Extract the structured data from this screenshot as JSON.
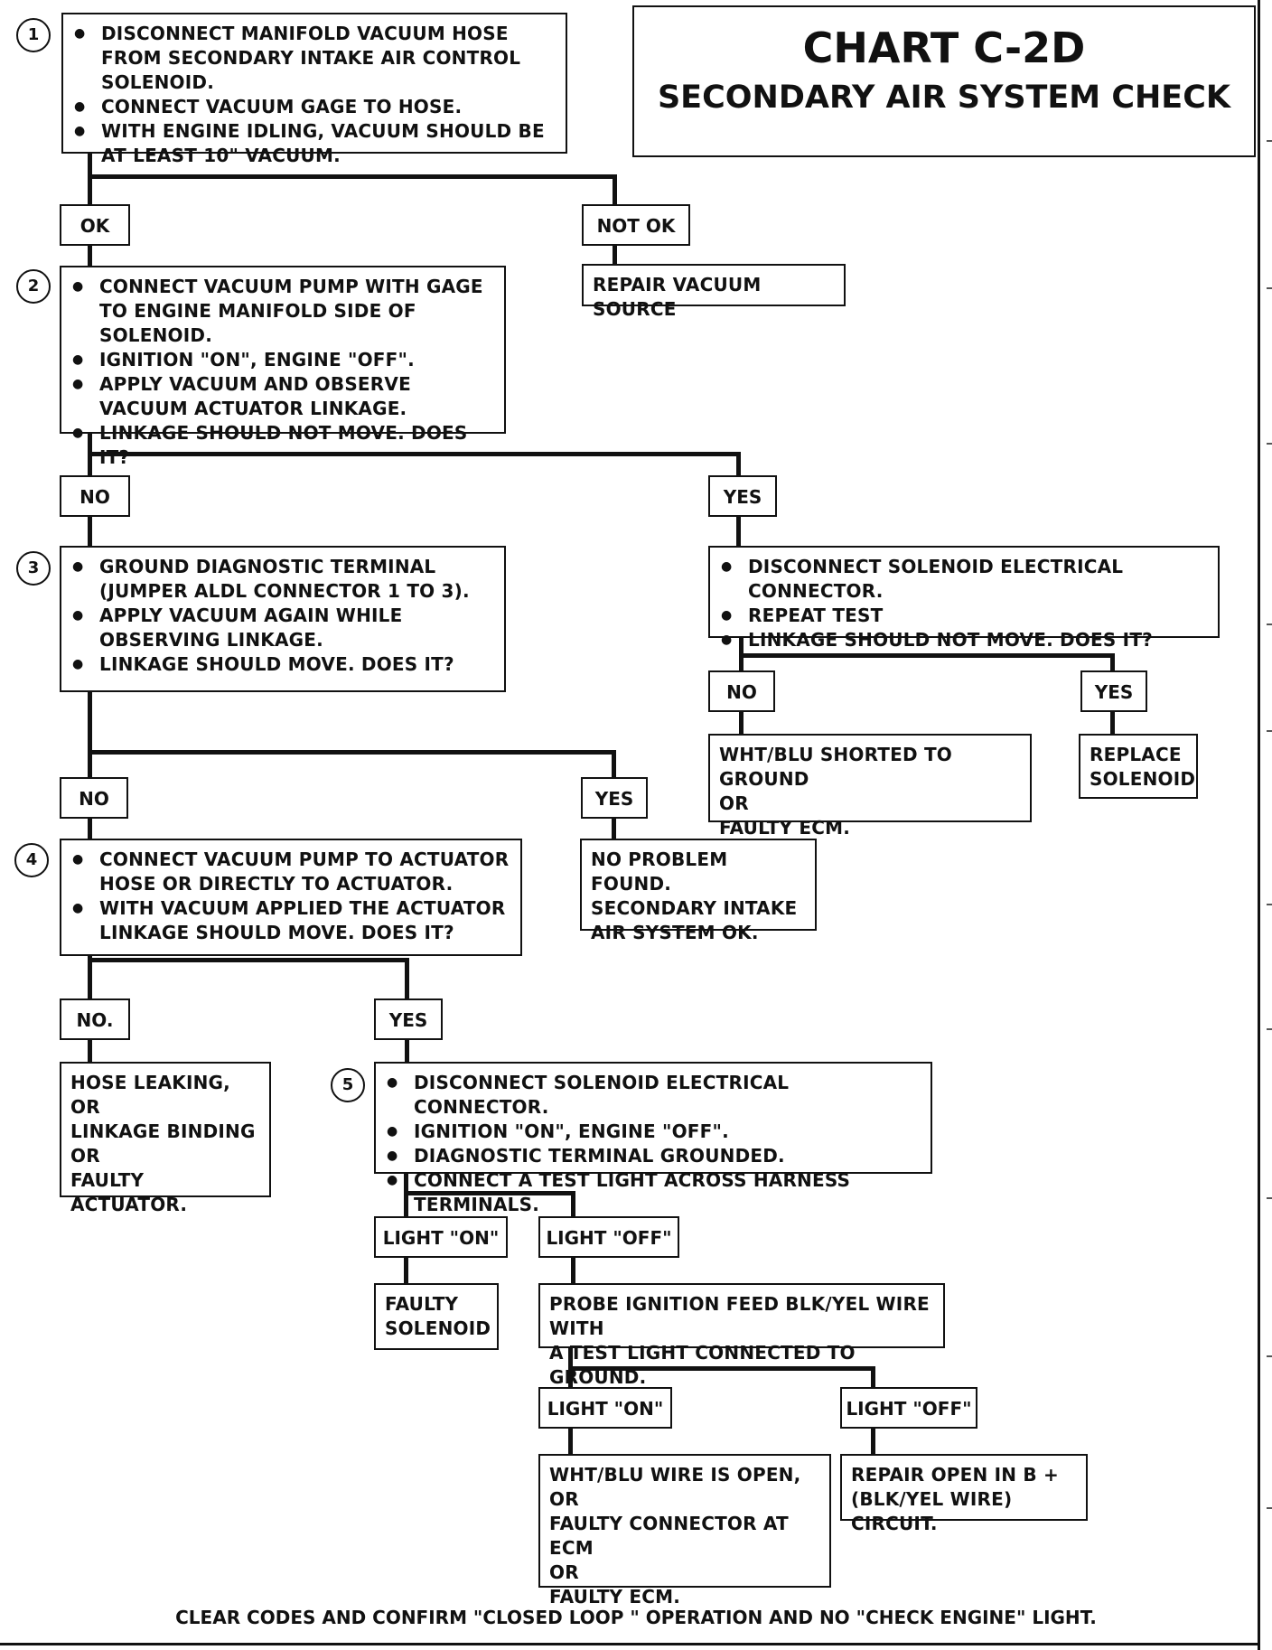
{
  "title": {
    "main": "CHART C-2D",
    "sub": "SECONDARY AIR SYSTEM CHECK"
  },
  "steps": {
    "s1": {
      "num": "1",
      "items": [
        "DISCONNECT MANIFOLD VACUUM HOSE FROM SECONDARY INTAKE AIR CONTROL SOLENOID.",
        "CONNECT VACUUM GAGE TO HOSE.",
        "WITH ENGINE IDLING, VACUUM SHOULD BE AT LEAST 10\" VACUUM."
      ]
    },
    "s2": {
      "num": "2",
      "items": [
        "CONNECT VACUUM PUMP WITH GAGE TO ENGINE MANIFOLD SIDE OF SOLENOID.",
        "IGNITION \"ON\", ENGINE \"OFF\".",
        "APPLY VACUUM AND OBSERVE VACUUM ACTUATOR LINKAGE.",
        "LINKAGE SHOULD NOT MOVE.  DOES IT?"
      ]
    },
    "s3": {
      "num": "3",
      "items": [
        "GROUND DIAGNOSTIC TERMINAL (JUMPER ALDL CONNECTOR 1 TO 3).",
        "APPLY VACUUM AGAIN WHILE OBSERVING LINKAGE.",
        "LINKAGE SHOULD MOVE.  DOES IT?"
      ]
    },
    "s3r": {
      "items": [
        "DISCONNECT SOLENOID ELECTRICAL CONNECTOR.",
        "REPEAT TEST",
        "LINKAGE SHOULD NOT MOVE.  DOES IT?"
      ]
    },
    "s4": {
      "num": "4",
      "items": [
        "CONNECT VACUUM PUMP TO ACTUATOR HOSE OR DIRECTLY TO ACTUATOR.",
        "WITH VACUUM APPLIED THE ACTUATOR LINKAGE SHOULD MOVE.  DOES IT?"
      ]
    },
    "s5": {
      "num": "5",
      "items": [
        "DISCONNECT SOLENOID ELECTRICAL CONNECTOR.",
        "IGNITION \"ON\", ENGINE \"OFF\".",
        "DIAGNOSTIC TERMINAL GROUNDED.",
        "CONNECT A TEST LIGHT ACROSS HARNESS TERMINALS."
      ]
    }
  },
  "labels": {
    "ok": "OK",
    "not_ok": "NOT OK",
    "no_2": "NO",
    "yes_2": "YES",
    "no_3r": "NO",
    "yes_3r": "YES",
    "no_3": "NO",
    "yes_3": "YES",
    "no_4": "NO.",
    "yes_4": "YES",
    "light_on_5": "LIGHT \"ON\"",
    "light_off_5": "LIGHT \"OFF\"",
    "light_on_p": "LIGHT \"ON\"",
    "light_off_p": "LIGHT \"OFF\""
  },
  "results": {
    "repair_vacuum": "REPAIR VACUUM SOURCE",
    "wht_blu_shorted": [
      "WHT/BLU SHORTED TO GROUND",
      "OR",
      "FAULTY ECM."
    ],
    "replace_solenoid": [
      "REPLACE",
      "SOLENOID"
    ],
    "no_problem": [
      "NO PROBLEM FOUND.",
      "SECONDARY INTAKE",
      "AIR SYSTEM OK."
    ],
    "hose_leaking": [
      "HOSE LEAKING,",
      "OR",
      "LINKAGE BINDING",
      "OR",
      "FAULTY ACTUATOR."
    ],
    "faulty_solenoid": [
      "FAULTY",
      "SOLENOID"
    ],
    "probe_ignition": [
      "PROBE IGNITION FEED BLK/YEL WIRE WITH",
      "A TEST LIGHT CONNECTED TO GROUND."
    ],
    "wire_open": [
      "WHT/BLU WIRE IS OPEN,",
      "OR",
      "FAULTY CONNECTOR AT ECM",
      "OR",
      "FAULTY ECM."
    ],
    "repair_open": [
      "REPAIR OPEN IN B +",
      "(BLK/YEL WIRE) CIRCUIT."
    ]
  },
  "footer": "CLEAR CODES AND CONFIRM \"CLOSED LOOP \" OPERATION AND NO \"CHECK ENGINE\" LIGHT."
}
